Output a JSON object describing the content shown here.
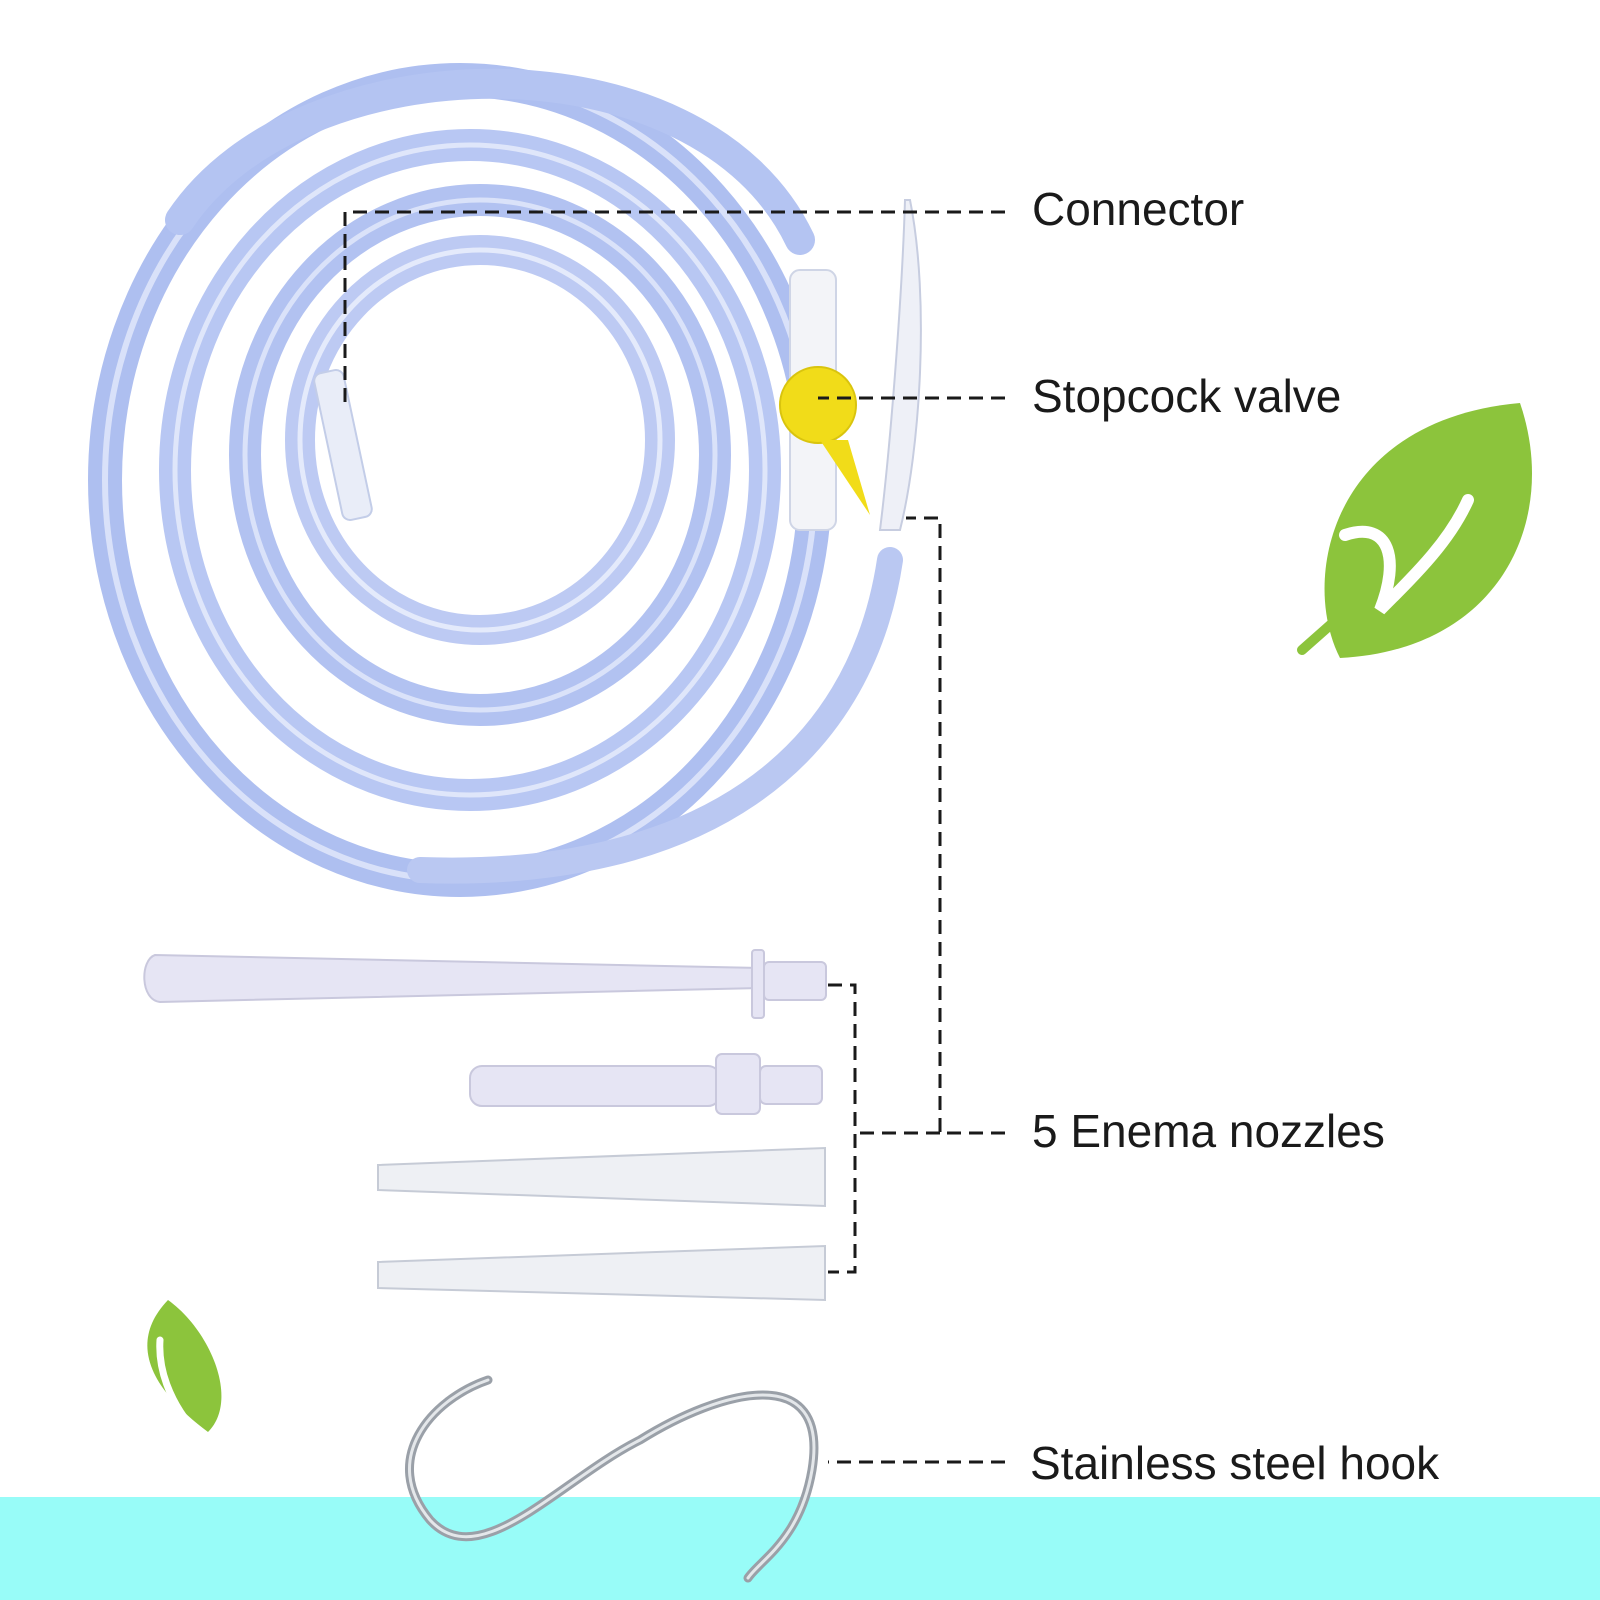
{
  "labels": {
    "connector": "Connector",
    "stopcock": "Stopcock valve",
    "nozzles": "5 Enema nozzles",
    "hook": "Stainless steel hook"
  },
  "colors": {
    "background": "#ffffff",
    "bottom_band": "#98fcf8",
    "leaf": "#8cc43c",
    "tube": "#b7c6f2",
    "tube_highlight": "#e4eafb",
    "valve": "#f1dc19",
    "nozzle": "#e6e5f4",
    "leader_line": "#1a1a1a"
  }
}
